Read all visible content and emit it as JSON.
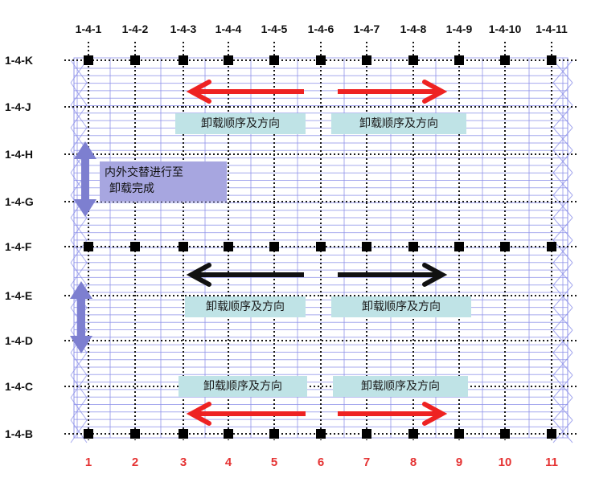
{
  "grid": {
    "columns_top": [
      "1-4-1",
      "1-4-2",
      "1-4-3",
      "1-4-4",
      "1-4-5",
      "1-4-6",
      "1-4-7",
      "1-4-8",
      "1-4-9",
      "1-4-10",
      "1-4-11"
    ],
    "columns_bottom": [
      "1",
      "2",
      "3",
      "4",
      "5",
      "6",
      "7",
      "8",
      "9",
      "10",
      "11"
    ],
    "rows": [
      "1-4-K",
      "1-4-J",
      "1-4-H",
      "1-4-G",
      "1-4-F",
      "1-4-E",
      "1-4-D",
      "1-4-C",
      "1-4-B"
    ],
    "nodes_on_rows": [
      "1-4-K",
      "1-4-F",
      "1-4-B"
    ]
  },
  "labels": {
    "direction_label": "卸载顺序及方向",
    "note_line1": "内外交替进行至",
    "note_line2": "卸载完成"
  },
  "colors": {
    "grid_line": "#1a1a1a",
    "scaffold": "#8a8ee8",
    "node": "#000000",
    "column_number": "#e53333",
    "arrow_red": "#ee2222",
    "arrow_black": "#111111",
    "double_arrow": "#7d7fd0",
    "label_bg": "#bfe3e6",
    "note_bg": "#a7a6e0"
  }
}
